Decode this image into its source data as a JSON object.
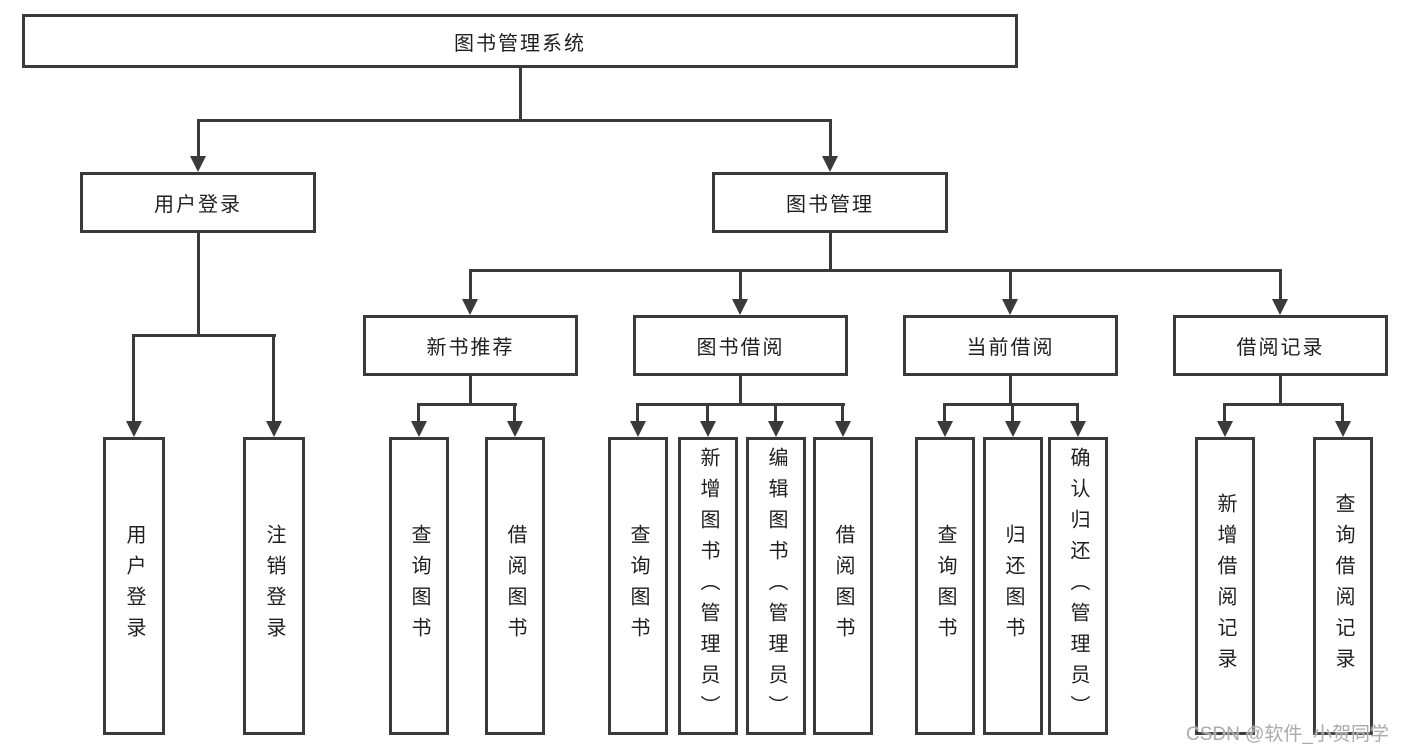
{
  "colors": {
    "line": "#3a3a3a",
    "text": "#1f1f1f",
    "background": "#ffffff",
    "watermark": "#ababab"
  },
  "watermark": {
    "text": "CSDN @软件_小贺同学"
  },
  "tree": {
    "label": "图书管理系统",
    "children": [
      {
        "label": "用户登录",
        "children": [
          {
            "label": "用户登录"
          },
          {
            "label": "注销登录"
          }
        ]
      },
      {
        "label": "图书管理",
        "children": [
          {
            "label": "新书推荐",
            "children": [
              {
                "label": "查询图书"
              },
              {
                "label": "借阅图书"
              }
            ]
          },
          {
            "label": "图书借阅",
            "children": [
              {
                "label": "查询图书"
              },
              {
                "label": "新增图书（管理员）"
              },
              {
                "label": "编辑图书（管理员）"
              },
              {
                "label": "借阅图书"
              }
            ]
          },
          {
            "label": "当前借阅",
            "children": [
              {
                "label": "查询图书"
              },
              {
                "label": "归还图书"
              },
              {
                "label": "确认归还（管理员）"
              }
            ]
          },
          {
            "label": "借阅记录",
            "children": [
              {
                "label": "新增借阅记录"
              },
              {
                "label": "查询借阅记录"
              }
            ]
          }
        ]
      }
    ]
  }
}
